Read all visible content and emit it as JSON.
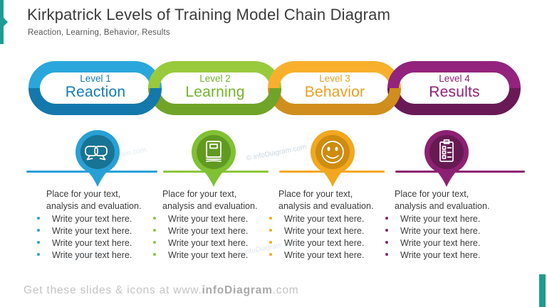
{
  "slide": {
    "title": "Kirkpatrick Levels of Training Model Chain Diagram",
    "subtitle": "Reaction, Learning, Behavior, Results",
    "accent_color": "#1C9C94",
    "watermark": "© infoDiagram.com",
    "footer": {
      "prefix": "Get these slides & icons at www.",
      "brand": "infoDiagram",
      "suffix": ".com"
    }
  },
  "levels": [
    {
      "level_label": "Level 1",
      "name": "Reaction",
      "icon": "chat-bubbles-icon",
      "colors": {
        "link_light": "#2AA6DC",
        "link_dark": "#1478AC",
        "text": "#137CB8",
        "pin_outer": "#28A0D6",
        "pin_inner": "#197394",
        "line": "#2AA0D8"
      },
      "body": {
        "paragraph": "Place for your text, analysis and evaluation.",
        "bullets": [
          "Write your text here.",
          "Write your text here.",
          "Write your text here.",
          "Write your text here."
        ]
      }
    },
    {
      "level_label": "Level 2",
      "name": "Learning",
      "icon": "book-icon",
      "colors": {
        "link_light": "#98CA3C",
        "link_dark": "#70A428",
        "text": "#74B42C",
        "pin_outer": "#80C133",
        "pin_inner": "#619A20",
        "line": "#8CC63E"
      },
      "body": {
        "paragraph": "Place for your text, analysis and evaluation.",
        "bullets": [
          "Write your text here.",
          "Write your text here.",
          "Write your text here.",
          "Write your text here."
        ]
      }
    },
    {
      "level_label": "Level 3",
      "name": "Behavior",
      "icon": "smiley-face-icon",
      "colors": {
        "link_light": "#F8B02C",
        "link_dark": "#D08E1E",
        "text": "#E9A022",
        "pin_outer": "#F2A71F",
        "pin_inner": "#CE8C11",
        "line": "#F5A623"
      },
      "body": {
        "paragraph": "Place for your text, analysis and evaluation.",
        "bullets": [
          "Write your text here.",
          "Write your text here.",
          "Write your text here.",
          "Write your text here."
        ]
      }
    },
    {
      "level_label": "Level 4",
      "name": "Results",
      "icon": "clipboard-checklist-icon",
      "colors": {
        "link_light": "#93237D",
        "link_dark": "#691A56",
        "text": "#8C2173",
        "pin_outer": "#8C2172",
        "pin_inner": "#671A52",
        "line": "#8E2173"
      },
      "body": {
        "paragraph": "Place for your text, analysis and evaluation.",
        "bullets": [
          "Write your text here.",
          "Write your text here.",
          "Write your text here.",
          "Write your text here."
        ]
      }
    }
  ]
}
